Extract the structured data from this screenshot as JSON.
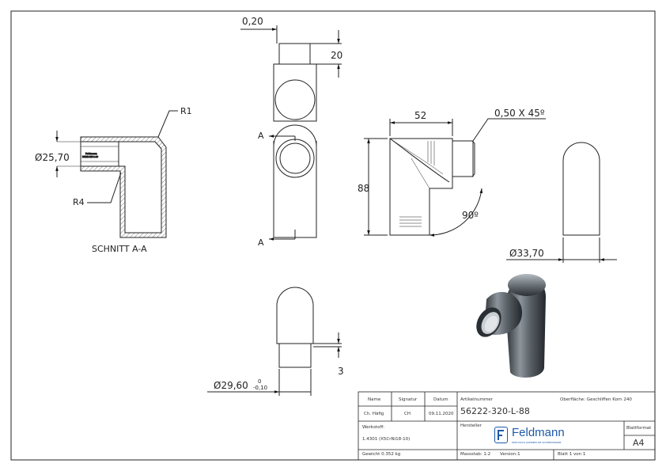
{
  "dims": {
    "top_wall": "0,20",
    "top_length": "20",
    "section_dia": "Ø25,70",
    "radius_outer": "R1",
    "radius_inner": "R4",
    "section_title": "SCHNITT A-A",
    "section_marker": "A",
    "width_52": "52",
    "chamfer": "0,50 X 45º",
    "height_88": "88",
    "angle": "90º",
    "dia_outer": "Ø33,70",
    "dia_spigot": "Ø29,60",
    "tol_upper": "0",
    "tol_lower": "-0,10",
    "spigot_len": "3"
  },
  "title_block": {
    "h_name": "Name",
    "h_signatur": "Signatur",
    "h_datum": "Datum",
    "name": "Ch. Häfig",
    "signatur": "CH",
    "datum": "09.11.2020",
    "artikel_label": "Artikelnummer",
    "oberflaeche": "Oberfläche: Geschliffen Korn 240",
    "artikel": "56222-320-L-88",
    "werkstoff_label": "Werkstoff:",
    "werkstoff": "1.4301 (X5CrNi18-10)",
    "hersteller_label": "Hersteller",
    "logo_text": "Feldmann",
    "logo_sub": "EDELSTAHL KOMMEN SIE SCHNEIDERGEB",
    "blattformat_label": "Blattformat",
    "blattformat": "A4",
    "gewicht": "Gewicht 0.352 kg",
    "massstab": "Massstab: 1:2",
    "version": "Version:1",
    "blatt": "Blatt 1 von 1"
  },
  "colors": {
    "line": "#1a1a1a",
    "logo_blue": "#1e5aa8",
    "metal_dark": "#3a3f44",
    "metal_light": "#c9ced3"
  }
}
